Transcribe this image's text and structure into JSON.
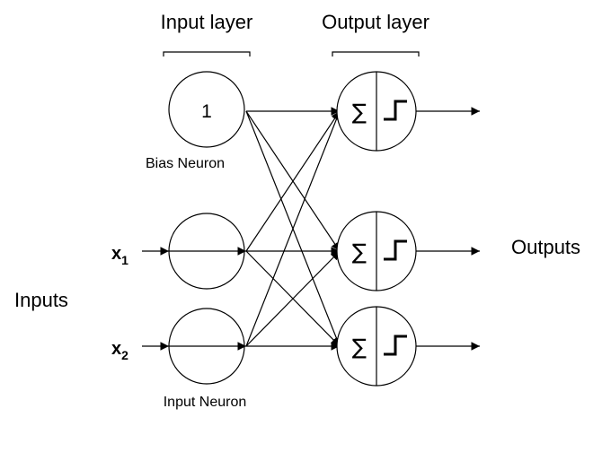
{
  "labels": {
    "input_layer": "Input layer",
    "output_layer": "Output layer",
    "bias_value": "1",
    "bias_neuron": "Bias Neuron",
    "input_neuron": "Input Neuron",
    "inputs": "Inputs",
    "outputs": "Outputs",
    "x1_base": "x",
    "x1_sub": "1",
    "x2_base": "x",
    "x2_sub": "2",
    "sum_symbol": "∑"
  }
}
